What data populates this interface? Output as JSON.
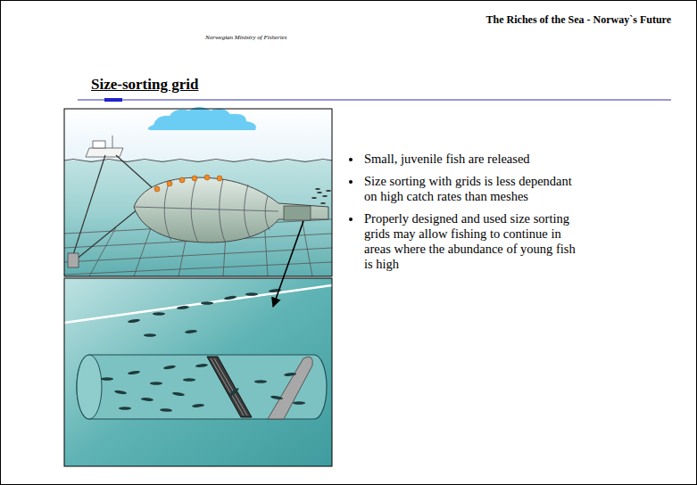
{
  "diagram": {
    "title": "Size-sorting grid",
    "labels": [
      "The Riches of the Sea - Norway`s Future",
      "Norwegian Ministry of Fisheries",
      "Small, juvenile fish are released",
      "Size sorting with grids is less dependant on high catch rates than meshes",
      "Properly designed and used size sorting grids may allow fishing to continue in areas where the abundance of young fish is high"
    ]
  }
}
